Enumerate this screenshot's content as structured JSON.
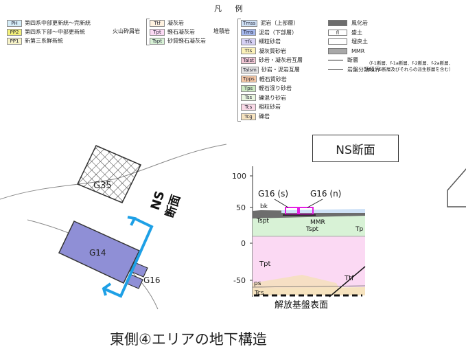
{
  "legend": {
    "title": "凡 例",
    "group1": [
      {
        "code": "PH",
        "label": "第四系中部更新統～完新統",
        "color": "#d4ecf7"
      },
      {
        "code": "PP2",
        "label": "第四系下部～中部更新統",
        "color": "#f3f07a"
      },
      {
        "code": "PP1",
        "label": "新第三系鮮新統",
        "color": "#f7f3c8"
      }
    ],
    "group2_name": "火山砕屑岩",
    "group2": [
      {
        "code": "Ttf",
        "label": "凝灰岩",
        "color": "#fff2e0"
      },
      {
        "code": "Tpt",
        "label": "軽石凝灰岩",
        "color": "#fbd9f3"
      },
      {
        "code": "Tspt",
        "label": "砂質軽石凝灰岩",
        "color": "#d8f2d6"
      }
    ],
    "group3_name": "堆積岩",
    "group3": [
      {
        "code": "Tmss",
        "label": "泥岩（上部層）",
        "color": "#cfe2f7"
      },
      {
        "code": "Tms",
        "label": "泥岩（下部層）",
        "color": "#a6b9ee"
      },
      {
        "code": "Tfs",
        "label": "細粒砂岩",
        "color": "#d6d1f4"
      },
      {
        "code": "Tts",
        "label": "凝灰質砂岩",
        "color": "#fbf1b8"
      },
      {
        "code": "Talst",
        "label": "砂岩・凝灰岩互層",
        "color": "#f4c9d6"
      },
      {
        "code": "Talsm",
        "label": "砂岩・泥岩互層",
        "color": "#e3e3e3"
      },
      {
        "code": "Tpps",
        "label": "軽石質砂岩",
        "color": "#f7c9a6"
      },
      {
        "code": "Tps",
        "label": "軽石混り砂岩",
        "color": "#cdeac2"
      },
      {
        "code": "Tss",
        "label": "礫混り砂岩",
        "color": "#eaf7e0"
      },
      {
        "code": "Tcs",
        "label": "粗粒砂岩",
        "color": "#fad9e6"
      },
      {
        "code": "Tcg",
        "label": "礫岩",
        "color": "#f6e3bf"
      }
    ],
    "misc": [
      {
        "kind": "box",
        "code": "",
        "label": "風化岩",
        "color": "#6d6d6d"
      },
      {
        "kind": "box",
        "code": "fl",
        "label": "盛土",
        "color": "#ffffff"
      },
      {
        "kind": "box",
        "code": "",
        "label": "埋戻土",
        "color": "#ffffff"
      },
      {
        "kind": "box",
        "code": "",
        "label": "MMR",
        "color": "#a8a8a8"
      },
      {
        "kind": "line",
        "code": "",
        "label": "断層",
        "color": "#222222"
      },
      {
        "kind": "line",
        "code": "",
        "label": "岩盤分類境界",
        "color": "#555555"
      }
    ],
    "fault_note_1": "（f-1断層、f-1a断層、f-2断層、f-2a断層、",
    "fault_note_2": "sf-1～6断層及びそれらの派生断層を含む）"
  },
  "map": {
    "building_g35": "G35",
    "building_g14": "G14",
    "building_g16": "G16",
    "section_label_1": "NS",
    "section_label_2": "断面"
  },
  "section": {
    "title": "NS断面",
    "ticks": [
      "100",
      "50",
      "0",
      "-50"
    ],
    "g16s": "G16 (s)",
    "g16n": "G16 (n)",
    "bk": "bk",
    "mmr": "MMR",
    "tspt1": "Tspt",
    "tspt2": "Tspt",
    "tp": "Tp",
    "tpt": "Tpt",
    "ps": "ps",
    "tcs": "Tcs",
    "ttf": "Ttf",
    "basement": "解放基盤表面"
  },
  "caption": "東側④エリアの地下構造",
  "colors": {
    "building_blue": "#8f8fd6",
    "section_arrow": "#1ea0e6",
    "g16_magenta": "#e41ee4"
  }
}
